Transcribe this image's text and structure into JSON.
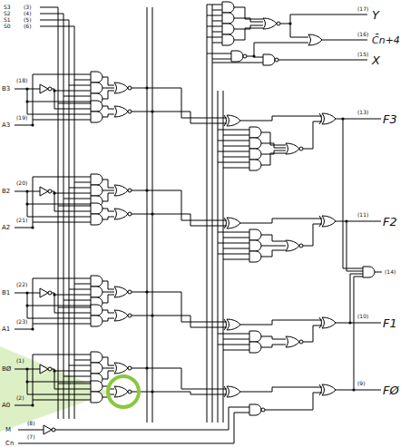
{
  "diagram": {
    "labels": [
      "S3",
      "(3)",
      "S2",
      "(4)",
      "S1",
      "(5)",
      "S0",
      "(6)",
      "B3",
      "(18)",
      "(19)",
      "A3",
      "B2",
      "(20)",
      "(21)",
      "A2",
      "B1",
      "(22)",
      "(23)",
      "A1",
      "BØ",
      "(1)",
      "(2)",
      "A0",
      "(8)",
      "M",
      "(7)",
      "Cn",
      "(17)",
      "Y",
      "(16)",
      "C̄n+4",
      "(15)",
      "X",
      "(13)",
      "F3",
      "(11)",
      "F2",
      "(14)",
      "(10)",
      "F1",
      "(9)",
      "FØ"
    ]
  }
}
